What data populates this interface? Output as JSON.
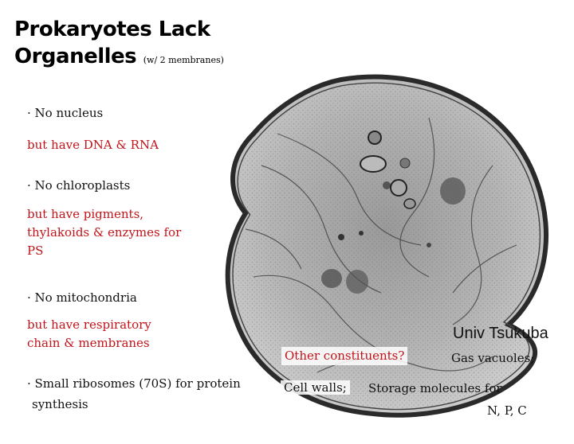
{
  "title": {
    "line1": "Prokaryotes Lack",
    "line2": "Organelles",
    "note": "(w/ 2 membranes)"
  },
  "points": [
    {
      "bullet": "· No nucleus",
      "detail": "but  have DNA & RNA"
    },
    {
      "bullet": "· No chloroplasts",
      "detail": "but have pigments, thylakoids & enzymes for PS"
    },
    {
      "bullet": "· No mitochondria",
      "detail": "but have respiratory chain & membranes"
    },
    {
      "bullet": "· Small ribosomes (70S) for protein",
      "detail": "synthesis"
    }
  ],
  "credit": "Univ Tsukuba",
  "other": {
    "heading": "Other constituents?",
    "gas": "Gas vacuoles;",
    "walls": "Cell walls;",
    "storage": "Storage molecules for",
    "elements": "N, P, C"
  },
  "colors": {
    "accent": "#c0141a",
    "text": "#111111"
  }
}
